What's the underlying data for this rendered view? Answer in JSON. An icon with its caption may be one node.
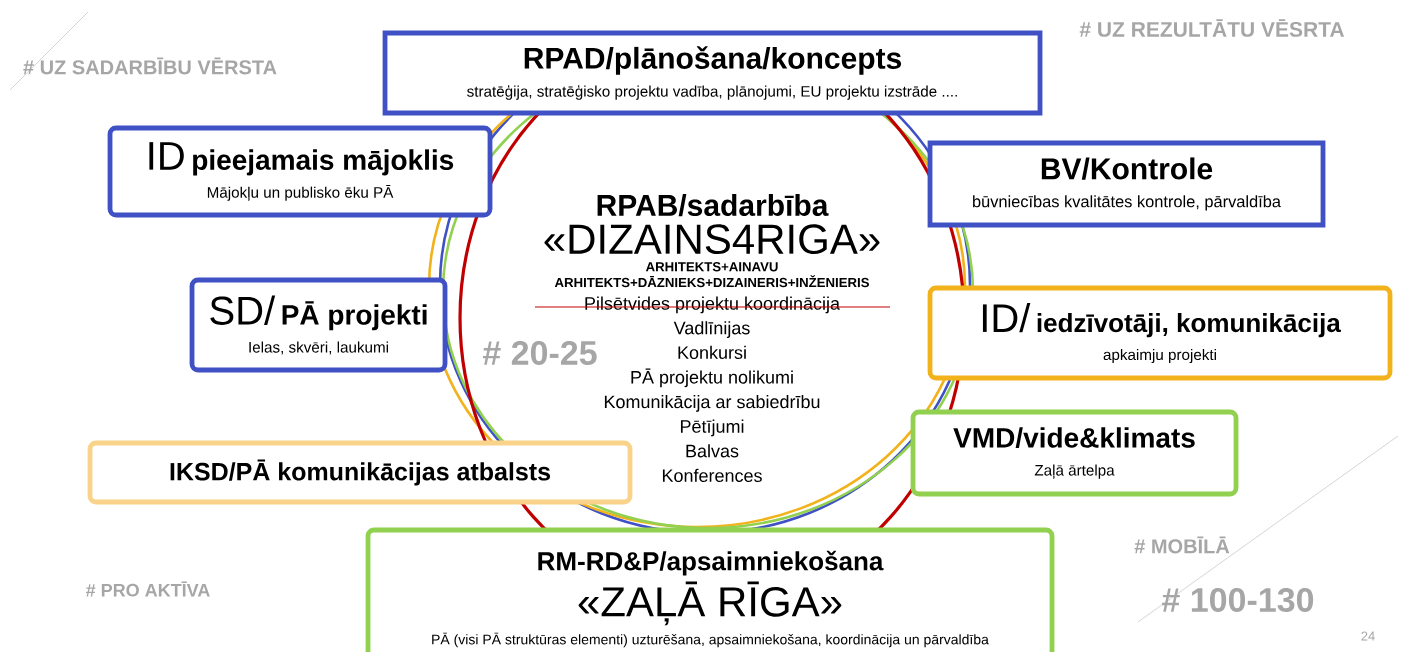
{
  "diagram": {
    "nodes": [
      {
        "text": [
          "RPAD/plānošana/koncepts",
          "stratēģija, stratēģisko projektu vadība, plānojumi, EU projektu izstrāde ...."
        ]
      },
      {
        "text": [
          "ID",
          "pieejamais mājoklis",
          "Mājokļu un publisko ēku PĀ"
        ]
      },
      {
        "text": [
          "BV/Kontrole",
          "būvniecības kvalitātes kontrole, pārvaldība"
        ]
      },
      {
        "text": [
          "RPAB/sadarbība",
          "«DIZAINS4RIGA»",
          "ARHITEKTS+AINAVU ARHITEKTS+DĀZNIEKS+DIZAINERIS+INŽENIERIS",
          "Pilsētvides projektu koordinācija",
          "Vadlīnijas",
          "Konkursi",
          "PĀ projektu nolikumi",
          "Komunikācija ar sabiedrību",
          "Pētījumi",
          "Balvas",
          "Konferences"
        ]
      },
      {
        "text": [
          "SD/",
          "PĀ projekti",
          "Ielas, skvēri, laukumi"
        ]
      },
      {
        "text": [
          "ID/",
          "iedzīvotāji, komunikācija",
          "apkaimju projekti"
        ]
      },
      {
        "text": [
          "VMD/vide&klimats",
          "Zaļā ārtelpa"
        ]
      },
      {
        "text": [
          "IKSD/PĀ komunikācijas atbalsts"
        ]
      },
      {
        "text": [
          "RM-RD&P/apsaimniekošana",
          "«ZAĻĀ RĪGA»",
          "PĀ (visi PĀ struktūras elementi)  uzturēšana, apsaimniekošana, koordinācija un pārvaldība"
        ]
      }
    ],
    "labels": [
      "# UZ REZULTĀTU VĒSRTA",
      "# UZ SADARBĪBU VĒRSTA",
      "# 20-25",
      "# MOBĪLĀ",
      "# PRO AKTĪVA",
      "# 100-130",
      "24"
    ]
  }
}
